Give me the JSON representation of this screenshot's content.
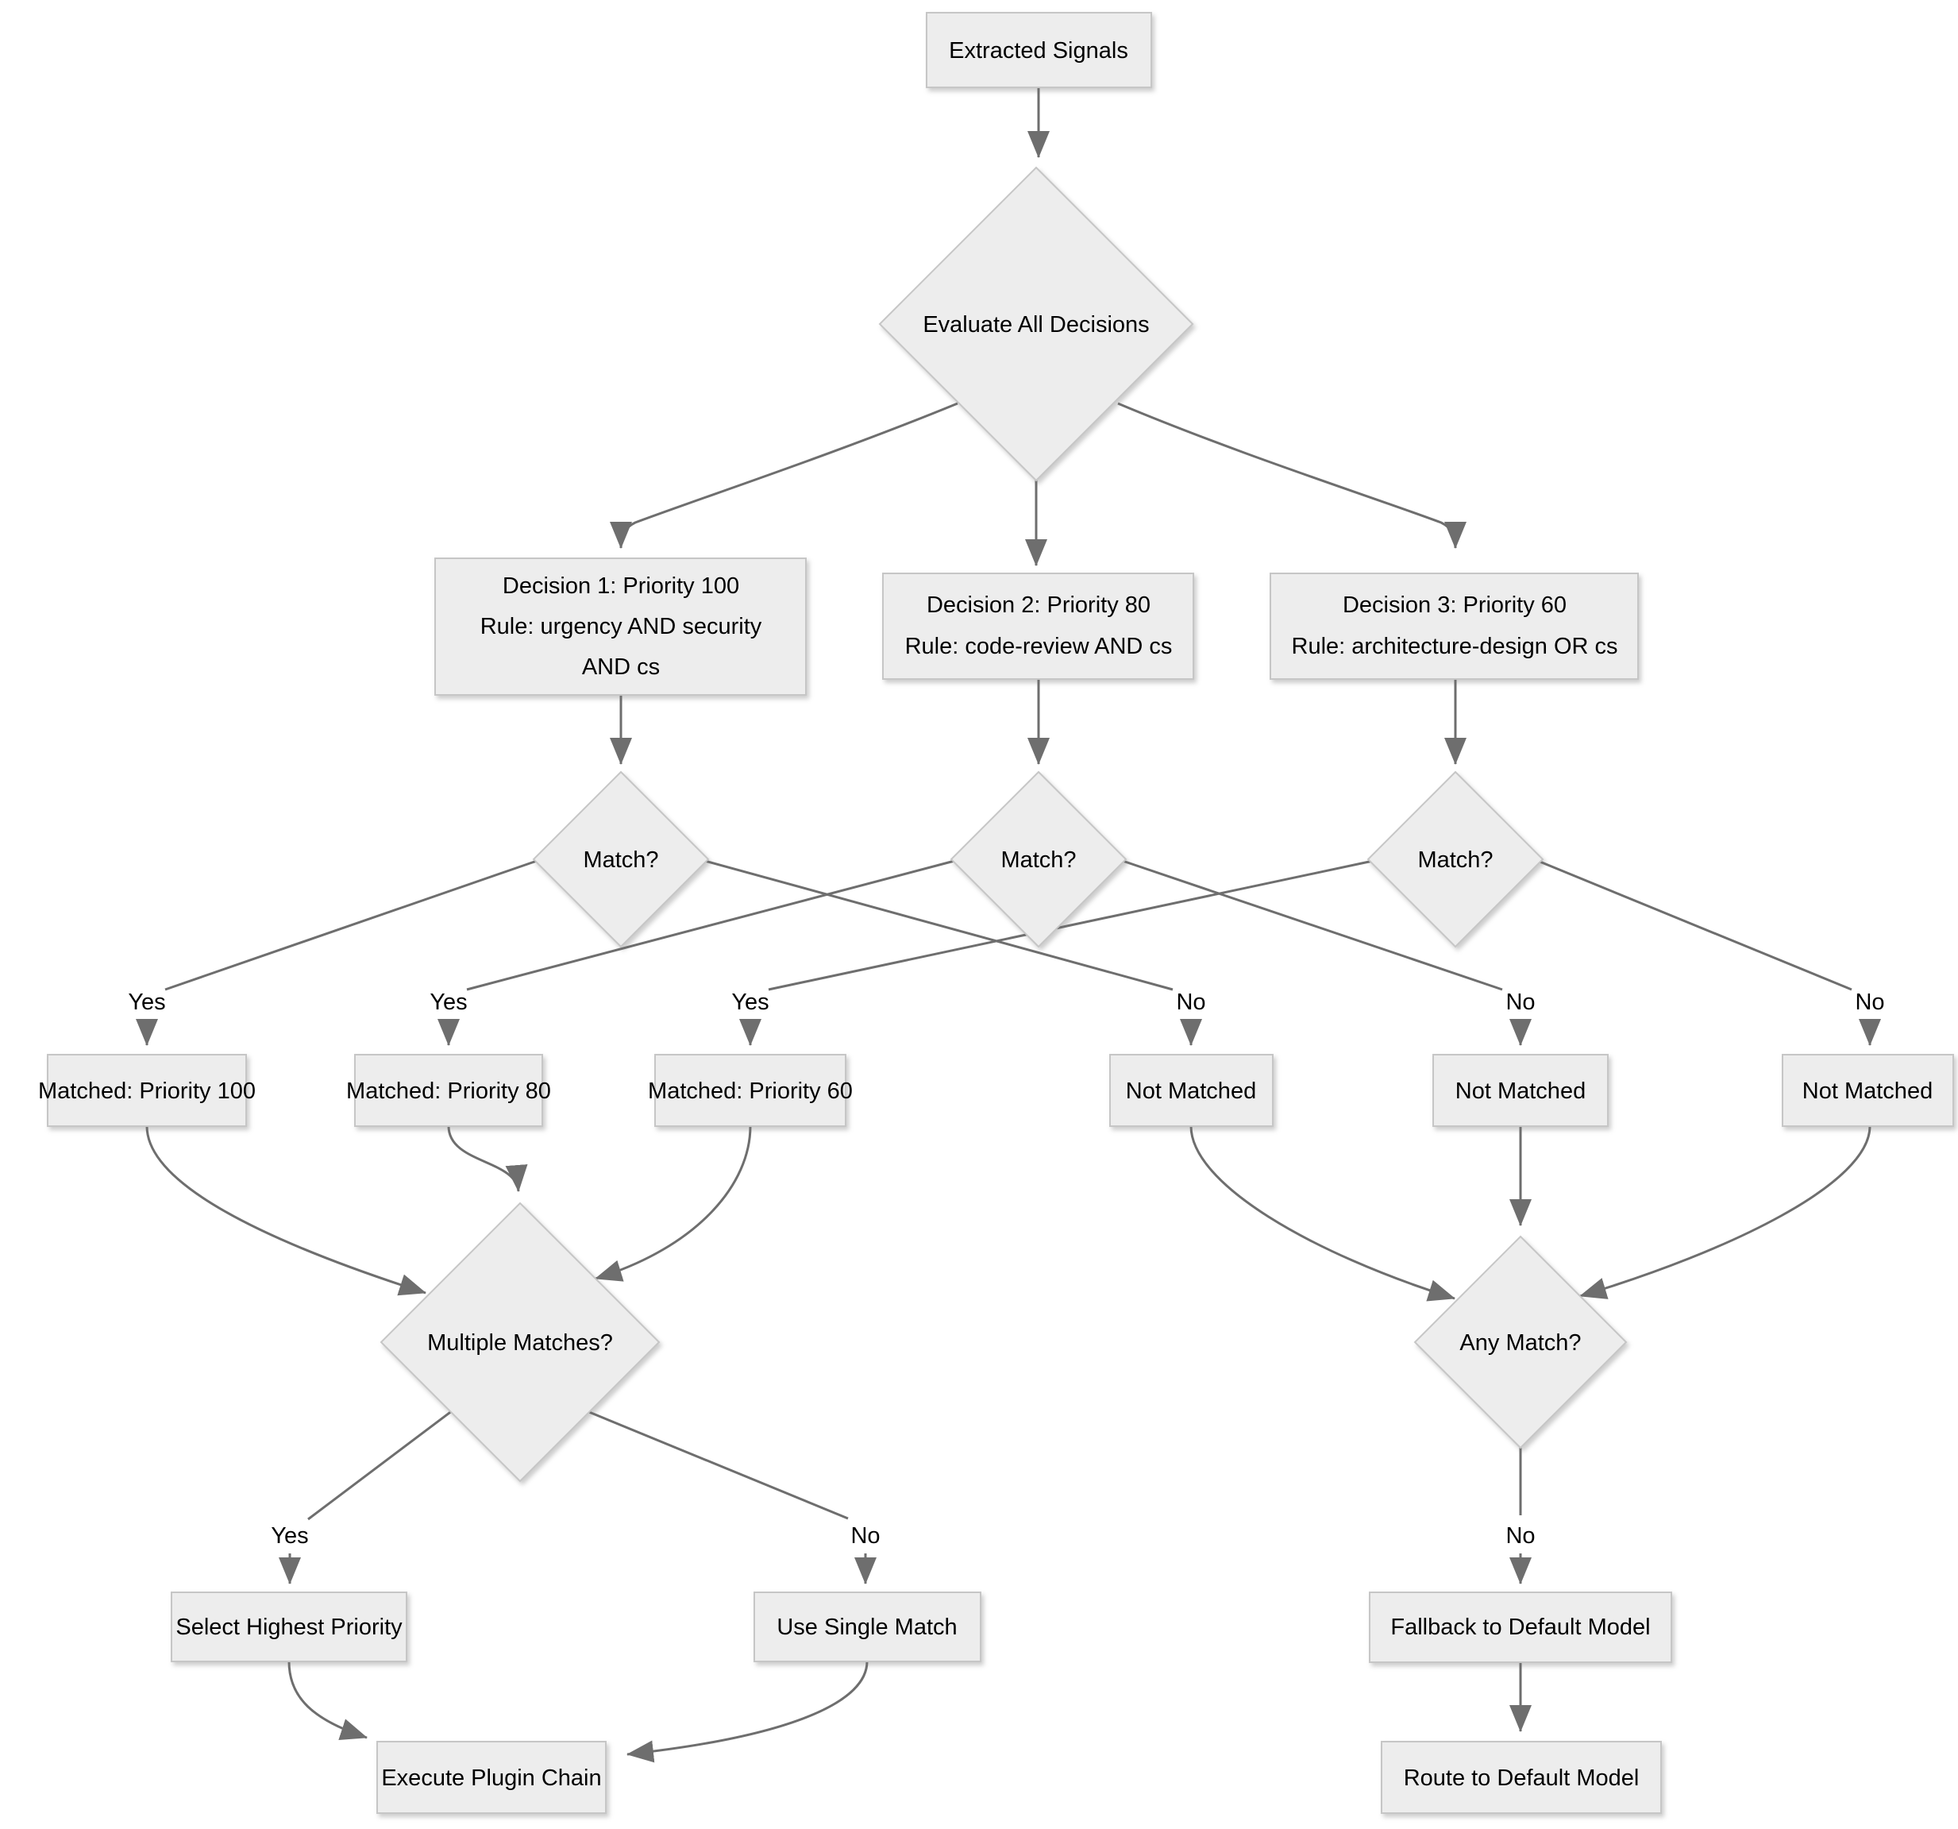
{
  "diagram": {
    "type": "flowchart",
    "colors": {
      "background": "#ffffff",
      "node_fill": "#ededed",
      "node_border": "#c6c6c6",
      "edge": "#6e6e6e",
      "text": "#000000"
    },
    "nodes": {
      "extracted_signals": {
        "label": "Extracted Signals"
      },
      "evaluate_all": {
        "label": "Evaluate All Decisions"
      },
      "decision1": {
        "lines": [
          "Decision 1: Priority 100",
          "Rule: urgency AND security",
          "AND cs"
        ]
      },
      "decision2": {
        "lines": [
          "Decision 2: Priority 80",
          "Rule: code-review AND cs"
        ]
      },
      "decision3": {
        "lines": [
          "Decision 3: Priority 60",
          "Rule: architecture-design OR cs"
        ]
      },
      "match": {
        "label": "Match?"
      },
      "matched_100": {
        "label": "Matched: Priority 100"
      },
      "matched_80": {
        "label": "Matched: Priority 80"
      },
      "matched_60": {
        "label": "Matched: Priority 60"
      },
      "not_matched": {
        "label": "Not Matched"
      },
      "multiple_matches": {
        "label": "Multiple Matches?"
      },
      "any_match": {
        "label": "Any Match?"
      },
      "select_highest": {
        "label": "Select Highest Priority"
      },
      "use_single": {
        "label": "Use Single Match"
      },
      "fallback": {
        "label": "Fallback to Default Model"
      },
      "execute_chain": {
        "label": "Execute Plugin Chain"
      },
      "route_default": {
        "label": "Route to Default Model"
      }
    },
    "edge_labels": {
      "yes": "Yes",
      "no": "No"
    }
  }
}
